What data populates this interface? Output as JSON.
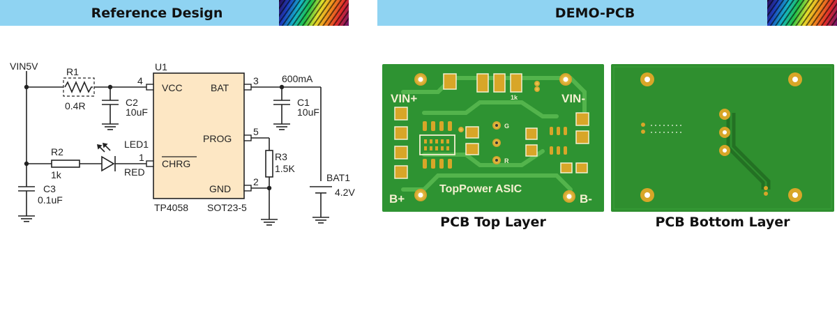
{
  "headers": {
    "left": "Reference Design",
    "right": "DEMO-PCB"
  },
  "schematic": {
    "vin": "VIN5V",
    "r1_name": "R1",
    "r1_value": "0.4R",
    "c2_name": "C2",
    "c2_value": "10uF",
    "u1_name": "U1",
    "pin_vcc": "VCC",
    "pin_bat": "BAT",
    "pin_prog": "PROG",
    "pin_chrg": "CHRG",
    "pin_gnd": "GND",
    "pin4": "4",
    "pin3": "3",
    "pin5": "5",
    "pin1": "1",
    "pin2": "2",
    "current": "600mA",
    "c1_name": "C1",
    "c1_value": "10uF",
    "r3_name": "R3",
    "r3_value": "1.5K",
    "bat_name": "BAT1",
    "bat_value": "4.2V",
    "r2_name": "R2",
    "r2_value": "1k",
    "led_name": "LED1",
    "led_color": "RED",
    "c3_name": "C3",
    "c3_value": "0.1uF",
    "ic_part": "TP4058",
    "ic_package": "SOT23-5"
  },
  "pcb_top": {
    "vin_plus": "VIN+",
    "vin_minus": "VIN-",
    "b_plus": "B+",
    "b_minus": "B-",
    "brand": "TopPower ASIC",
    "res_label": "1k",
    "marker_g": "G",
    "marker_r": "R",
    "caption": "PCB Top Layer"
  },
  "pcb_bottom": {
    "caption": "PCB Bottom Layer"
  },
  "colors": {
    "header_bg": "#8fd3f2",
    "ic_fill": "#fde7c4",
    "pcb_green": "#2c8f2c",
    "pad_gold": "#d8a628"
  }
}
